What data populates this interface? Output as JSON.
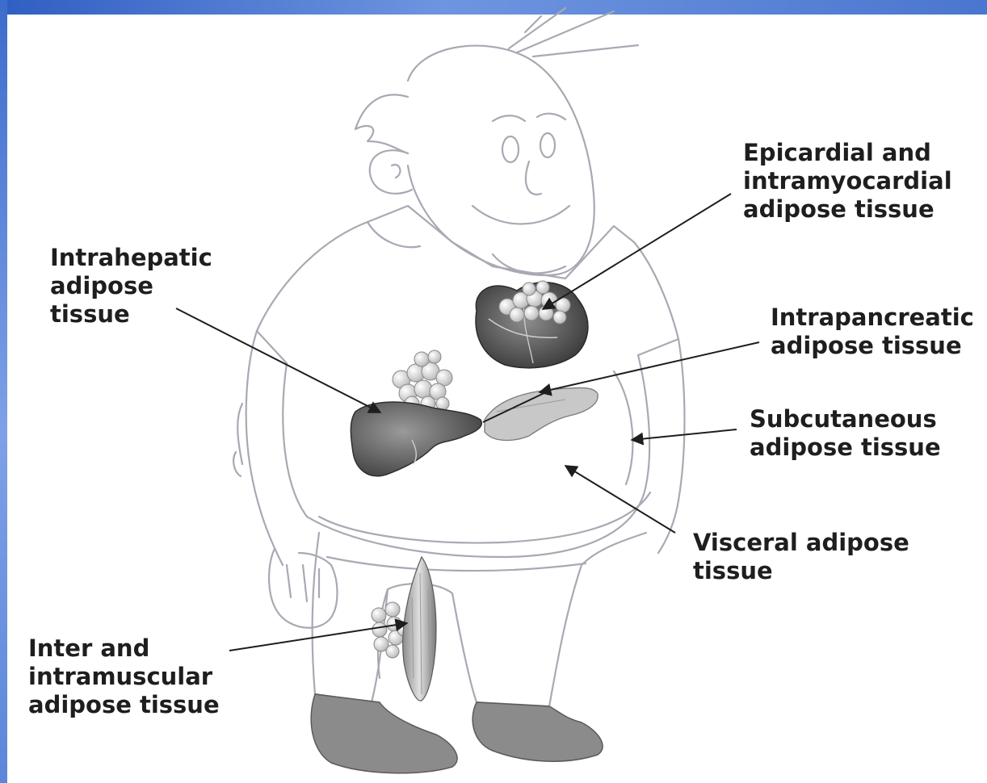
{
  "labels": {
    "epicardial": [
      "Epicardial and",
      "intramyocardial",
      "adipose tissue"
    ],
    "intrahepatic": [
      "Intrahepatic",
      "adipose",
      "tissue"
    ],
    "intrapancreatic": [
      "Intrapancreatic",
      "adipose tissue"
    ],
    "subcutaneous": [
      "Subcutaneous",
      "adipose tissue"
    ],
    "visceral": [
      "Visceral adipose",
      "tissue"
    ],
    "intermuscular": [
      "Inter and",
      "intramuscular",
      "adipose tissue"
    ]
  },
  "colors": {
    "frame": "#4a76cf",
    "sketch": "#a9a9b4",
    "organ": "#6b6b6b",
    "text": "#1e1e1e"
  }
}
